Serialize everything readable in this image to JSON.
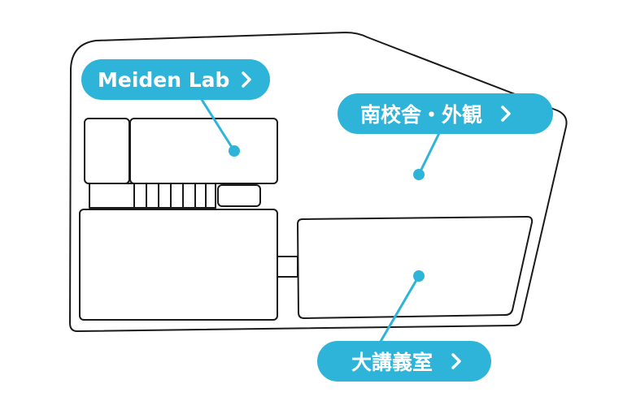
{
  "colors": {
    "accent": "#2fb4d9",
    "outline": "#1a1a1a",
    "background": "#ffffff"
  },
  "locations": {
    "meiden_lab": {
      "label": "Meiden Lab",
      "icon": "chevron-right-icon"
    },
    "south_building": {
      "label": "南校舎・外観",
      "icon": "chevron-right-icon"
    },
    "lecture_hall": {
      "label": "大講義室",
      "icon": "chevron-right-icon"
    }
  }
}
